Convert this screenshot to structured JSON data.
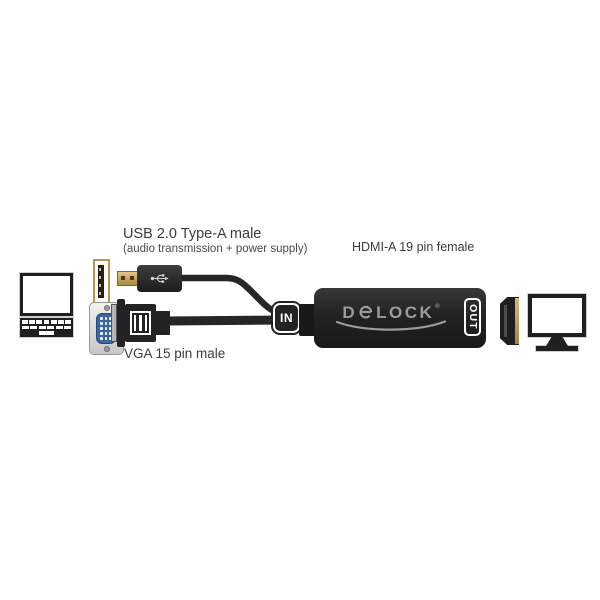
{
  "colors": {
    "background": "#ffffff",
    "device_black": "#232323",
    "text_dark": "#3b3b3b",
    "usb_gold": "#bd9955",
    "vga_blue": "#3b66a0",
    "shell_silver": "#d8d8d8",
    "logo_gray": "#9c9c9c",
    "badge_text": "#ffffff"
  },
  "labels": {
    "usb_title": "USB 2.0 Type-A male",
    "usb_subtitle": "(audio transmission + power supply)",
    "vga": "VGA 15 pin male",
    "hdmi": "HDMI-A 19 pin female"
  },
  "adapter": {
    "in_badge": "IN",
    "out_badge": "OUT",
    "brand_full": "Delock",
    "brand_d": "D",
    "brand_lock": "LOCK",
    "brand_reg": "®"
  },
  "icons": {
    "laptop": "laptop-icon",
    "usb_female_port": "usb-type-a-female-port-icon",
    "vga_female_port": "vga-female-port-icon",
    "usb_male_plug": "usb-type-a-male-plug-icon",
    "vga_male_plug": "vga-male-plug-icon",
    "hdmi_male_plug": "hdmi-plug-icon",
    "monitor": "monitor-icon",
    "usb_trident": "usb-trident-icon",
    "stylized_e": "stylized-e-icon"
  }
}
